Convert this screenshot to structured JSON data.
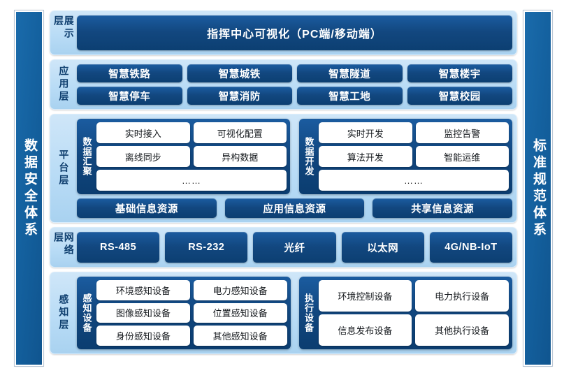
{
  "left_pillar": {
    "label": "数据安全体系"
  },
  "right_pillar": {
    "label": "标准规范体系"
  },
  "layers": {
    "display": {
      "label": "展示层",
      "banner": "指挥中心可视化（PC端/移动端）"
    },
    "application": {
      "label": "应用层",
      "items": [
        "智慧铁路",
        "智慧城铁",
        "智慧隧道",
        "智慧楼宇",
        "智慧停车",
        "智慧消防",
        "智慧工地",
        "智慧校园"
      ]
    },
    "platform": {
      "label": "平台层",
      "groups": [
        {
          "label": "数据汇聚",
          "cells": [
            "实时接入",
            "可视化配置",
            "离线同步",
            "异构数据"
          ],
          "more": "……"
        },
        {
          "label": "数据开发",
          "cells": [
            "实时开发",
            "监控告警",
            "算法开发",
            "智能运维"
          ],
          "more": "……"
        }
      ],
      "resources": [
        "基础信息资源",
        "应用信息资源",
        "共享信息资源"
      ]
    },
    "network": {
      "label": "网络层",
      "items": [
        "RS-485",
        "RS-232",
        "光纤",
        "以太网",
        "4G/NB-IoT"
      ]
    },
    "perception": {
      "label": "感知层",
      "groups": [
        {
          "label": "感知设备",
          "cells": [
            "环境感知设备",
            "电力感知设备",
            "图像感知设备",
            "位置感知设备",
            "身份感知设备",
            "其他感知设备"
          ]
        },
        {
          "label": "执行设备",
          "cells": [
            "环境控制设备",
            "电力执行设备",
            "信息发布设备",
            "其他执行设备"
          ]
        }
      ]
    }
  },
  "colors": {
    "pillar_blue": "#14619f",
    "chip_dark_blue": "#12477f",
    "layer_light_blue": "#b9dcf6",
    "chip_white": "#ffffff",
    "page_background": "#ffffff",
    "outer_background": "#4d6150"
  }
}
